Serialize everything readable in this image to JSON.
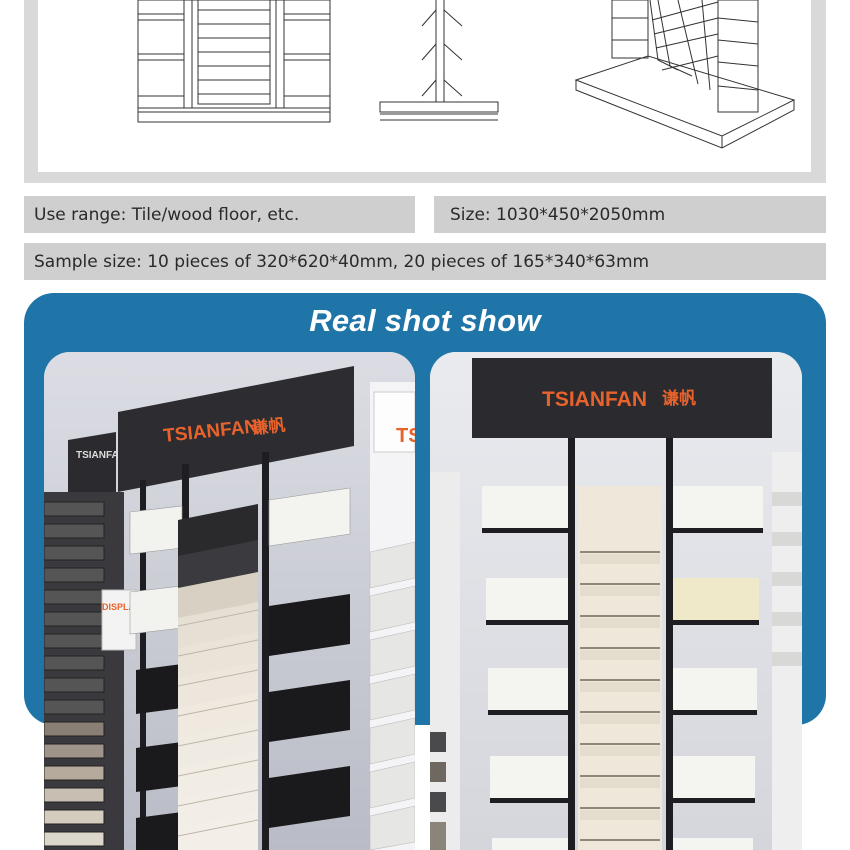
{
  "specs": {
    "use_range": "Use range: Tile/wood floor, etc.",
    "size": "Size: 1030*450*2050mm",
    "sample_size": "Sample size: 10 pieces of 320*620*40mm, 20 pieces of 165*340*63mm"
  },
  "real_shot": {
    "title": "Real shot show",
    "brand": "TSIANFAN",
    "brand_cn": "谦帆",
    "sign_small": "DISPLAY",
    "sign_partial": "TS"
  },
  "colors": {
    "panel_blue": "#1f74a8",
    "brand_orange": "#e8622c",
    "spec_gray": "#cfcfcf",
    "frame_gray": "#d9d9d9"
  }
}
